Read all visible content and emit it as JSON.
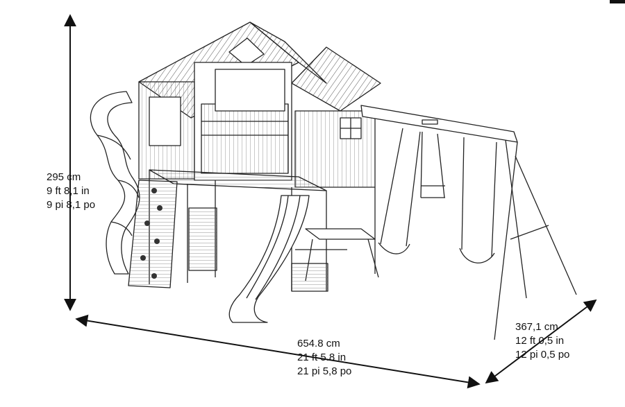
{
  "dimensions": {
    "height": {
      "metric": "295 cm",
      "imperial": "9 ft 8,1 in",
      "french": "9 pi 8,1 po"
    },
    "width": {
      "metric": "654.8 cm",
      "imperial": "21 ft 5.8 in",
      "french": "21 pi 5,8 po"
    },
    "depth": {
      "metric": "367,1 cm",
      "imperial": "12 ft 0,5 in",
      "french": "12 pi 0,5 po"
    }
  },
  "colors": {
    "line": "#222222",
    "background": "#ffffff"
  },
  "icons": [
    "arrow-icon"
  ]
}
